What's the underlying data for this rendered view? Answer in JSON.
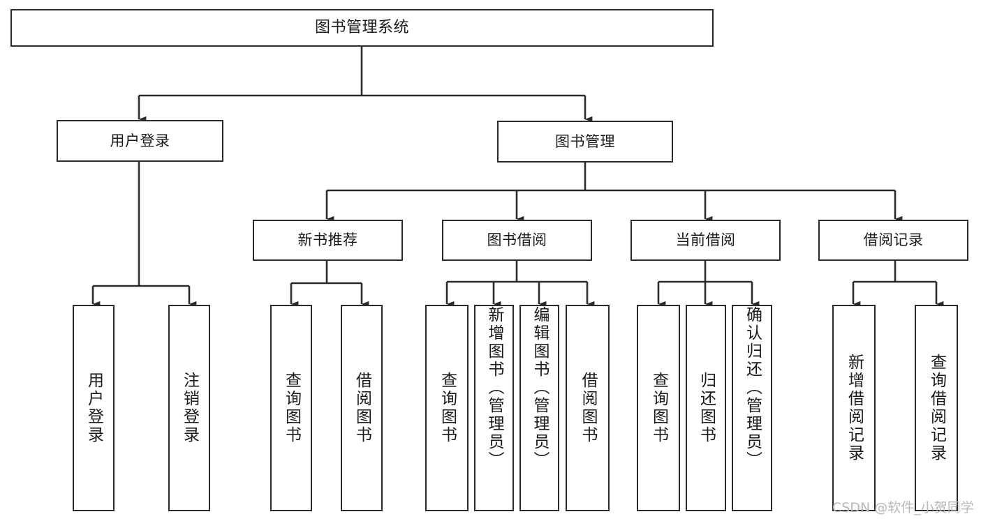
{
  "diagram": {
    "title": "图书管理系统",
    "type": "hierarchy-tree",
    "colors": {
      "background": "#ffffff",
      "node_border": "#2b2b2b",
      "node_fill": "#ffffff",
      "edge": "#2b2b2b",
      "text": "#1a1a1a",
      "watermark": "#b9b9b9"
    },
    "root": {
      "label": "图书管理系统"
    },
    "level2": [
      {
        "label": "用户登录"
      },
      {
        "label": "图书管理"
      }
    ],
    "level3": [
      {
        "label": "新书推荐"
      },
      {
        "label": "图书借阅"
      },
      {
        "label": "当前借阅"
      },
      {
        "label": "借阅记录"
      }
    ],
    "leaves_user_login": [
      {
        "label": "用户登录"
      },
      {
        "label": "注销登录"
      }
    ],
    "leaves_new_book": [
      {
        "label": "查询图书"
      },
      {
        "label": "借阅图书"
      }
    ],
    "leaves_borrow": [
      {
        "label": "查询图书"
      },
      {
        "label": "新增图书（管理员）"
      },
      {
        "label": "编辑图书（管理员）"
      },
      {
        "label": "借阅图书"
      }
    ],
    "leaves_current": [
      {
        "label": "查询图书"
      },
      {
        "label": "归还图书"
      },
      {
        "label": "确认归还（管理员）"
      }
    ],
    "leaves_record": [
      {
        "label": "新增借阅记录"
      },
      {
        "label": "查询借阅记录"
      }
    ],
    "watermark": "CSDN @软件_小贺同学"
  }
}
